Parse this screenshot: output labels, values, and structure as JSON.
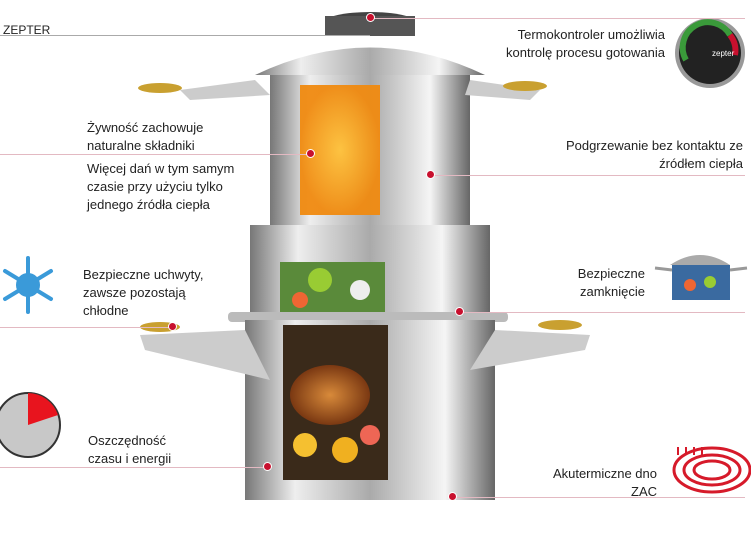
{
  "brand": "ZEPTER",
  "features": {
    "thermo": "Termokontroler umożliwia kontrolę procesu gotowania",
    "nutrients": "Żywność zachowuje naturalne składniki",
    "more_dishes": "Więcej dań w tym samym czasie przy użyciu tylko jednego źródła ciepła",
    "heating": "Podgrzewanie bez kontaktu ze źródłem ciepła",
    "handles": "Bezpieczne uchwyty, zawsze pozostają chłodne",
    "closing": "Bezpieczne zamknięcie",
    "saving": "Oszczędność czasu i energii",
    "base": "Akutermiczne dno ZAC"
  },
  "thermo_logo": "zepter",
  "colors": {
    "accent": "#c8102e",
    "line": "#e3b9c2"
  }
}
